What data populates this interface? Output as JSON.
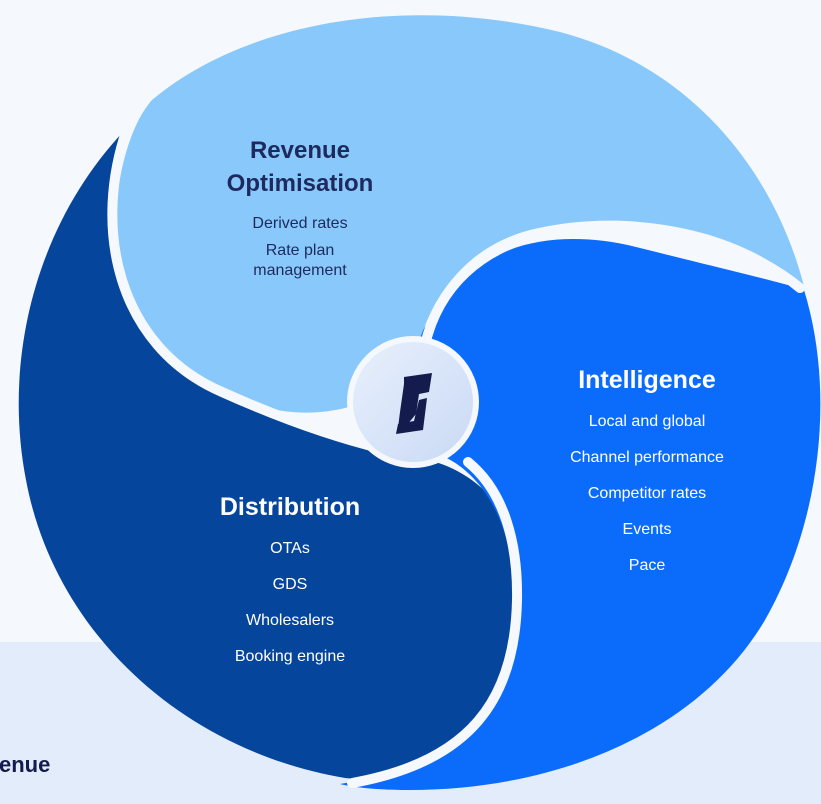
{
  "colors": {
    "page_background": "#f5f8fd",
    "band_background": "#e2ecfb",
    "revenue_optimisation": "#88c8fb",
    "intelligence": "#0b6cfb",
    "distribution": "#06459c",
    "hub": "#dde7f8",
    "logo": "#141b4d"
  },
  "hub": {
    "icon": "brand-logo-icon"
  },
  "sections": {
    "revenue_optimisation": {
      "title": "Revenue Optimisation",
      "items": [
        "Derived rates",
        "Rate plan management"
      ]
    },
    "intelligence": {
      "title": "Intelligence",
      "items": [
        "Local and global",
        "Channel performance",
        "Competitor rates",
        "Events",
        "Pace"
      ]
    },
    "distribution": {
      "title": "Distribution",
      "items": [
        "OTAs",
        "GDS",
        "Wholesalers",
        "Booking engine"
      ]
    }
  },
  "band": {
    "partial_text": "enue"
  }
}
